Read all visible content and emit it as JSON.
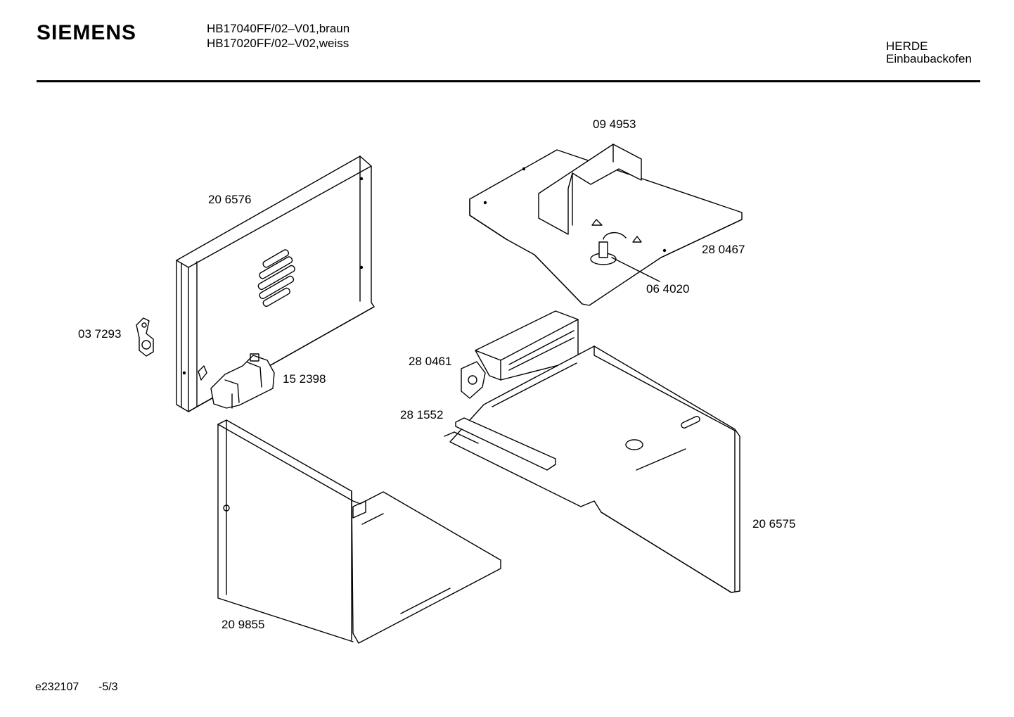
{
  "header": {
    "brand": "SIEMENS",
    "model_line_1": "HB17040FF/02–V01,braun",
    "model_line_2": "HB17020FF/02–V02,weiss",
    "category_line_1": "HERDE",
    "category_line_2": "Einbaubackofen"
  },
  "parts": {
    "p094953": "09 4953",
    "p206576": "20 6576",
    "p280467": "28 0467",
    "p064020": "06 4020",
    "p037293": "03 7293",
    "p280461": "28 0461",
    "p152398": "15 2398",
    "p281552": "28 1552",
    "p206575": "20 6575",
    "p209855": "20 9855"
  },
  "footer": {
    "doc_id": "e232107",
    "page_ref": "-5/3"
  }
}
